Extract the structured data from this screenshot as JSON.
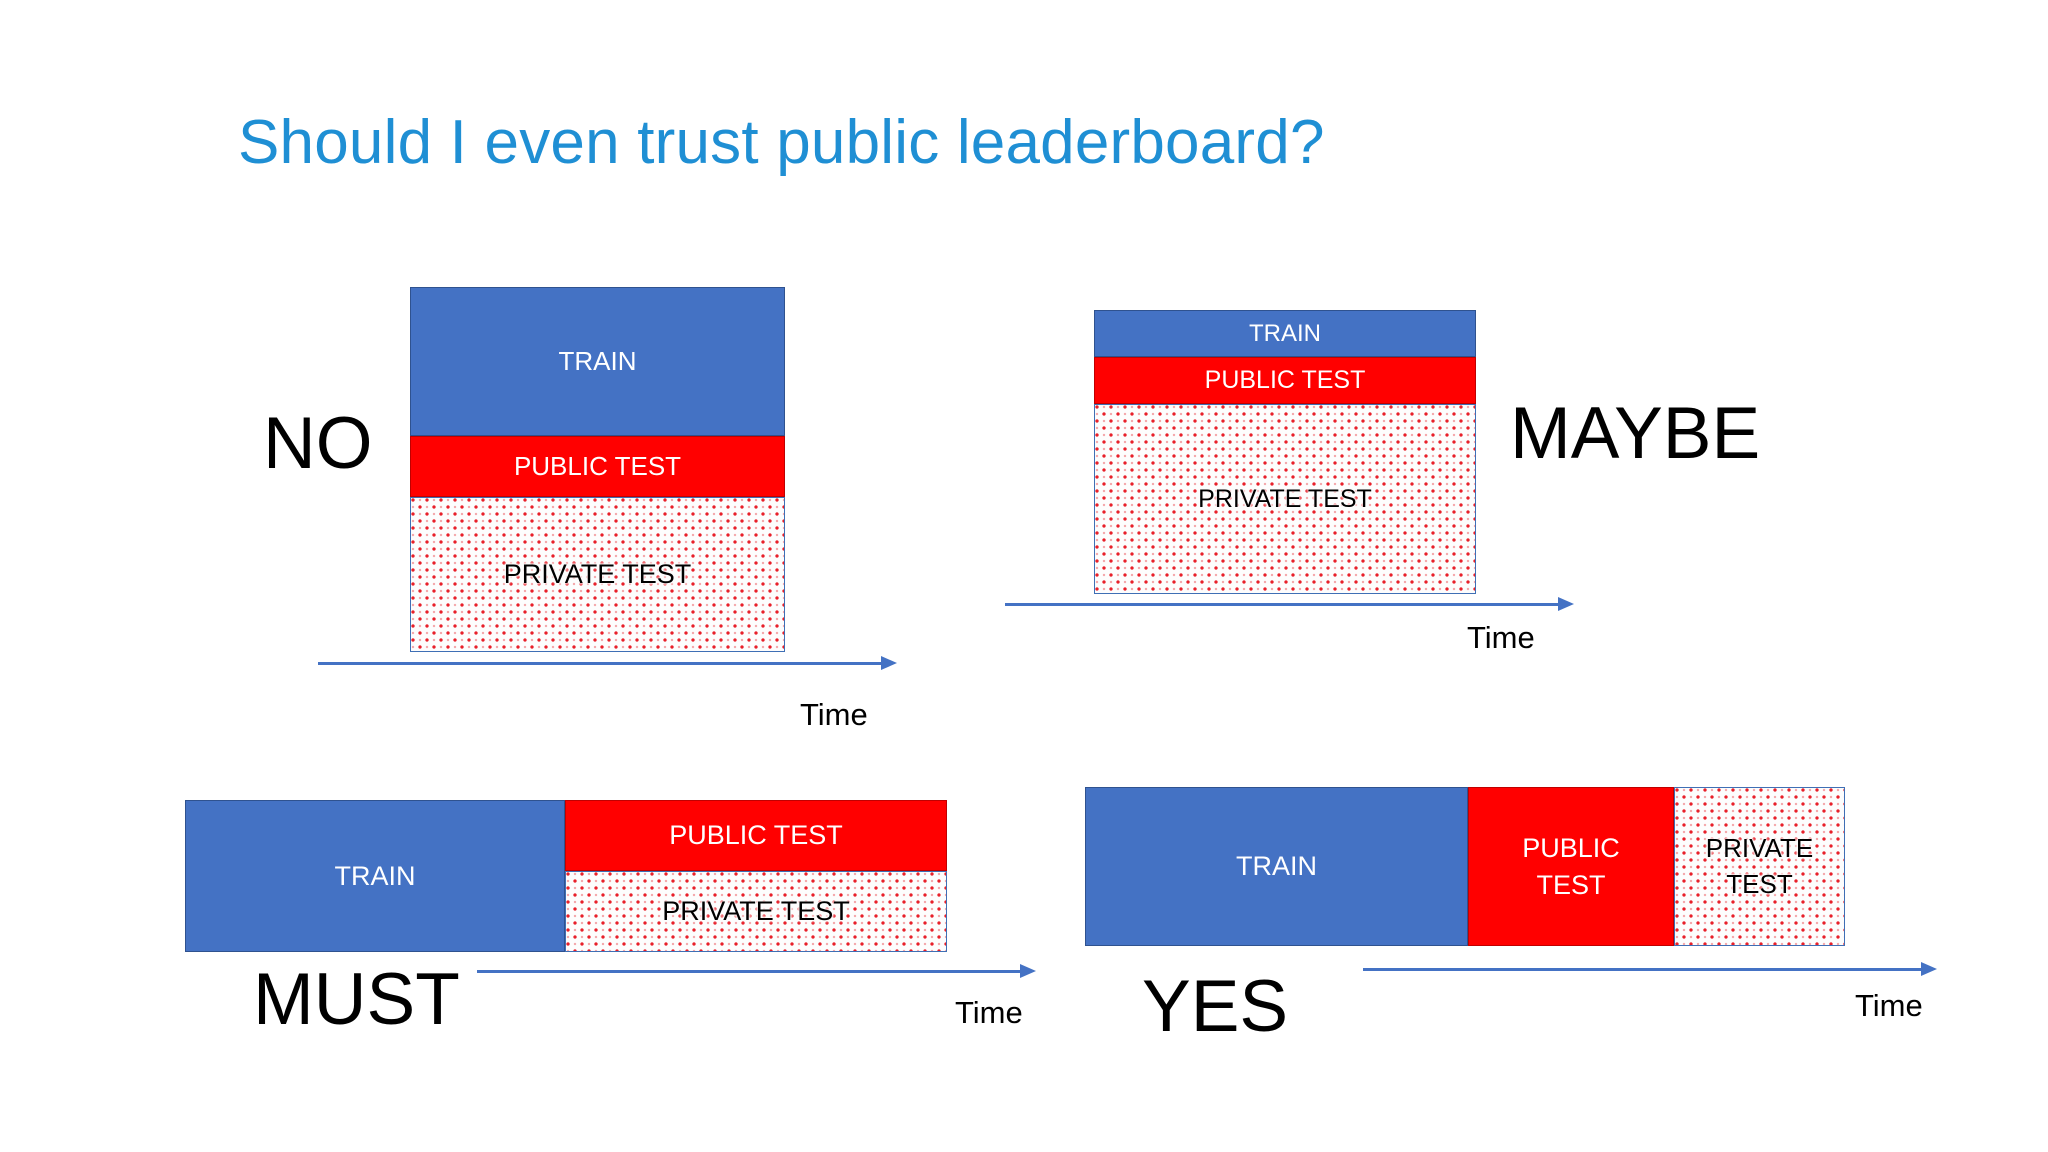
{
  "slide": {
    "title": "Should I even trust public leaderboard?",
    "title_color": "#1F8FD4",
    "background_color": "#FFFFFF"
  },
  "palette": {
    "train_fill": "#4472C4",
    "public_fill": "#FF0000",
    "private_fill": "#FFFFFF",
    "private_pattern": "#E8202A",
    "arrow_color": "#4472C4",
    "verdict_color": "#000000"
  },
  "labels": {
    "train": "TRAIN",
    "public_test": "PUBLIC TEST",
    "private_test": "PRIVATE TEST",
    "time": "Time"
  },
  "diagrams": [
    {
      "id": "no",
      "verdict": "NO",
      "verdict_position": "left",
      "layout": "vertical-stack",
      "axis_label": "Time",
      "segments": [
        {
          "name": "TRAIN",
          "fill": "train",
          "share_pct": 41
        },
        {
          "name": "PUBLIC TEST",
          "fill": "public",
          "share_pct": 17
        },
        {
          "name": "PRIVATE TEST",
          "fill": "private",
          "share_pct": 42
        }
      ]
    },
    {
      "id": "maybe",
      "verdict": "MAYBE",
      "verdict_position": "right",
      "layout": "vertical-stack",
      "axis_label": "Time",
      "segments": [
        {
          "name": "TRAIN",
          "fill": "train",
          "share_pct": 17
        },
        {
          "name": "PUBLIC TEST",
          "fill": "public",
          "share_pct": 17
        },
        {
          "name": "PRIVATE TEST",
          "fill": "private",
          "share_pct": 66
        }
      ]
    },
    {
      "id": "must",
      "verdict": "MUST",
      "verdict_position": "below-left",
      "layout": "train-then-stacked-tests",
      "axis_label": "Time",
      "segments": [
        {
          "name": "TRAIN",
          "fill": "train",
          "share_pct": 50
        },
        {
          "name": "PUBLIC TEST",
          "fill": "public",
          "share_pct": 50
        },
        {
          "name": "PRIVATE TEST",
          "fill": "private",
          "share_pct": 50
        }
      ]
    },
    {
      "id": "yes",
      "verdict": "YES",
      "verdict_position": "below-left",
      "layout": "horizontal-sequence",
      "axis_label": "Time",
      "segments": [
        {
          "name": "TRAIN",
          "fill": "train",
          "share_pct": 50
        },
        {
          "name": "PUBLIC\nTEST",
          "fill": "public",
          "share_pct": 27
        },
        {
          "name": "PRIVATE\nTEST",
          "fill": "private",
          "share_pct": 23
        }
      ]
    }
  ]
}
